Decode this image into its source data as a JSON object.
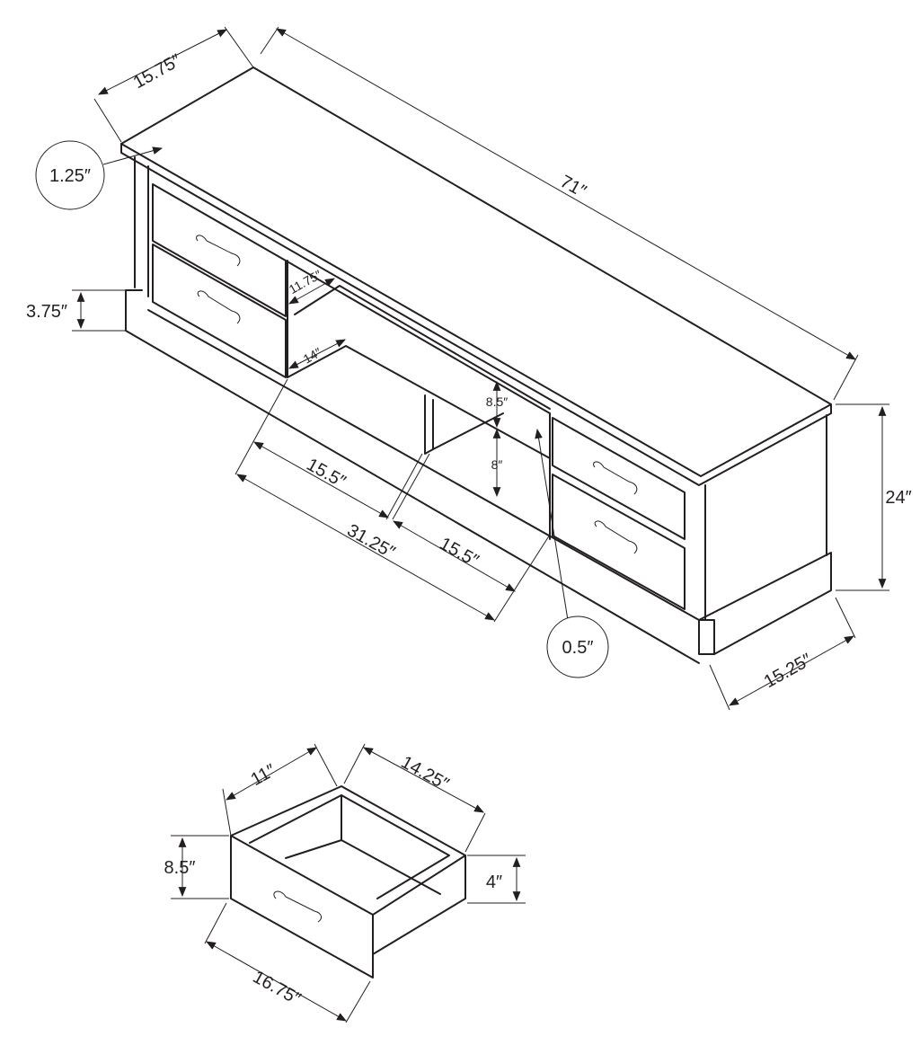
{
  "dimensions": {
    "top_depth": "15.75″",
    "total_width": "71″",
    "top_thickness": "1.25″",
    "base_height": "3.75″",
    "shelf_depth_upper": "11.75″",
    "shelf_depth_lower": "14″",
    "shelf_width_left": "15.5″",
    "center_width": "31.25″",
    "shelf_width_right": "15.5″",
    "upper_shelf_height": "8.5″",
    "lower_shelf_height": "8″",
    "divider_thickness": "0.5″",
    "total_height": "24″",
    "base_depth": "15.25″"
  },
  "drawer": {
    "depth": "11″",
    "interior_width": "14.25″",
    "front_height": "8.5″",
    "box_height": "4″",
    "front_width": "16.75″"
  }
}
